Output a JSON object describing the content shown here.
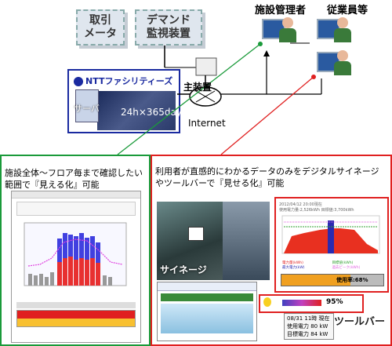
{
  "top": {
    "meter": "取引\nメータ",
    "demand": "デマンド\n監視装置",
    "server": "サーバ",
    "hours": "24h×365day",
    "ntt": "NTTファシリティーズ",
    "main_device": "主装置",
    "internet": "Internet",
    "manager": "施設管理者",
    "employees": "従業員等"
  },
  "left": {
    "text": "施設全体～フロア毎まで確認したい範囲で『見える化』可能"
  },
  "right": {
    "text": "利用者が直感的にわかるデータのみをデジタルサイネージやツールバーで『見せる化』可能",
    "signage": "サイネージ",
    "toolbar": "ツールバー",
    "chart_header": "2012/04/12 20:00現在",
    "chart_header2": "使用電力量:2,526kWh  目標値:3,700kWh",
    "legend": [
      "電力量(kWh)",
      "目標値(kWh)",
      "最大電力(kW)",
      "過去ピーク(kWh)"
    ],
    "usage": "使用率:68%",
    "tb_percent": "95%",
    "tb_time": "08/31 11時 現在",
    "tb_use": "使用電力 80 kW",
    "tb_goal": "目標電力 84 kW"
  },
  "colors": {
    "green": "#1a9a3a",
    "red": "#e02020",
    "blue": "#1a2aa0"
  }
}
